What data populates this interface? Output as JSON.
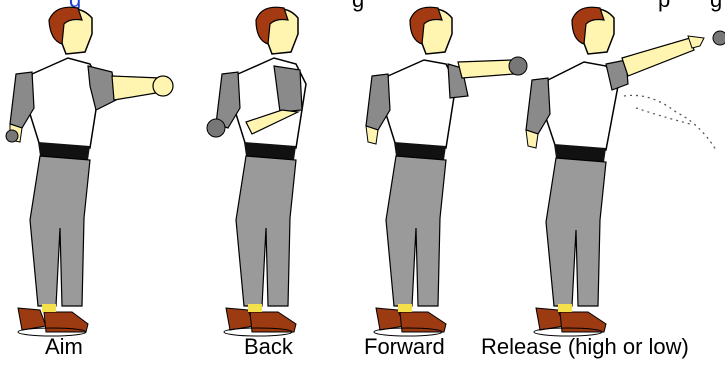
{
  "top_fragments": [
    {
      "text": "g",
      "color": "#1f3fd8"
    },
    {
      "text": "g",
      "color": "#000000"
    },
    {
      "text": "p",
      "color": "#000000"
    },
    {
      "text": "g",
      "color": "#000000"
    }
  ],
  "captions": [
    "Aim",
    "Back",
    "Forward",
    "Release (high or low)"
  ],
  "colors": {
    "hair": "#a33a12",
    "skin": "#fff5b0",
    "shirt": "#ffffff",
    "sleeve": "#8a8a8a",
    "belt": "#111111",
    "pants": "#9a9a9a",
    "socks": "#f4e04a",
    "shoes": "#9c3a12",
    "outline": "#000000"
  }
}
